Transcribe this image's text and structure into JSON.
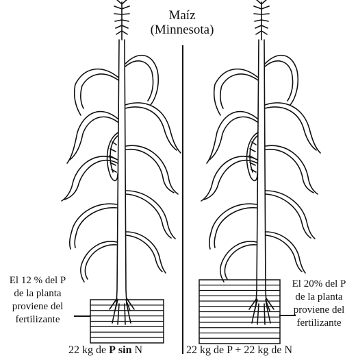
{
  "title": {
    "line1": "Maíz",
    "line2": "(Minnesota)"
  },
  "left": {
    "note": [
      "El 12 % del P",
      "de la planta",
      "proviene del",
      "fertilizante"
    ],
    "caption": {
      "pre": "22 kg de ",
      "p": "P",
      "sin": "sin",
      "n": "N"
    },
    "band_stripes": 8
  },
  "right": {
    "note": [
      "El 20% del P",
      "de la planta",
      "proviene del",
      "fertilizante"
    ],
    "caption": "22 kg de P + 22 kg de N",
    "band_stripes": 12
  },
  "colors": {
    "ink": "#111111",
    "paper": "#ffffff"
  }
}
